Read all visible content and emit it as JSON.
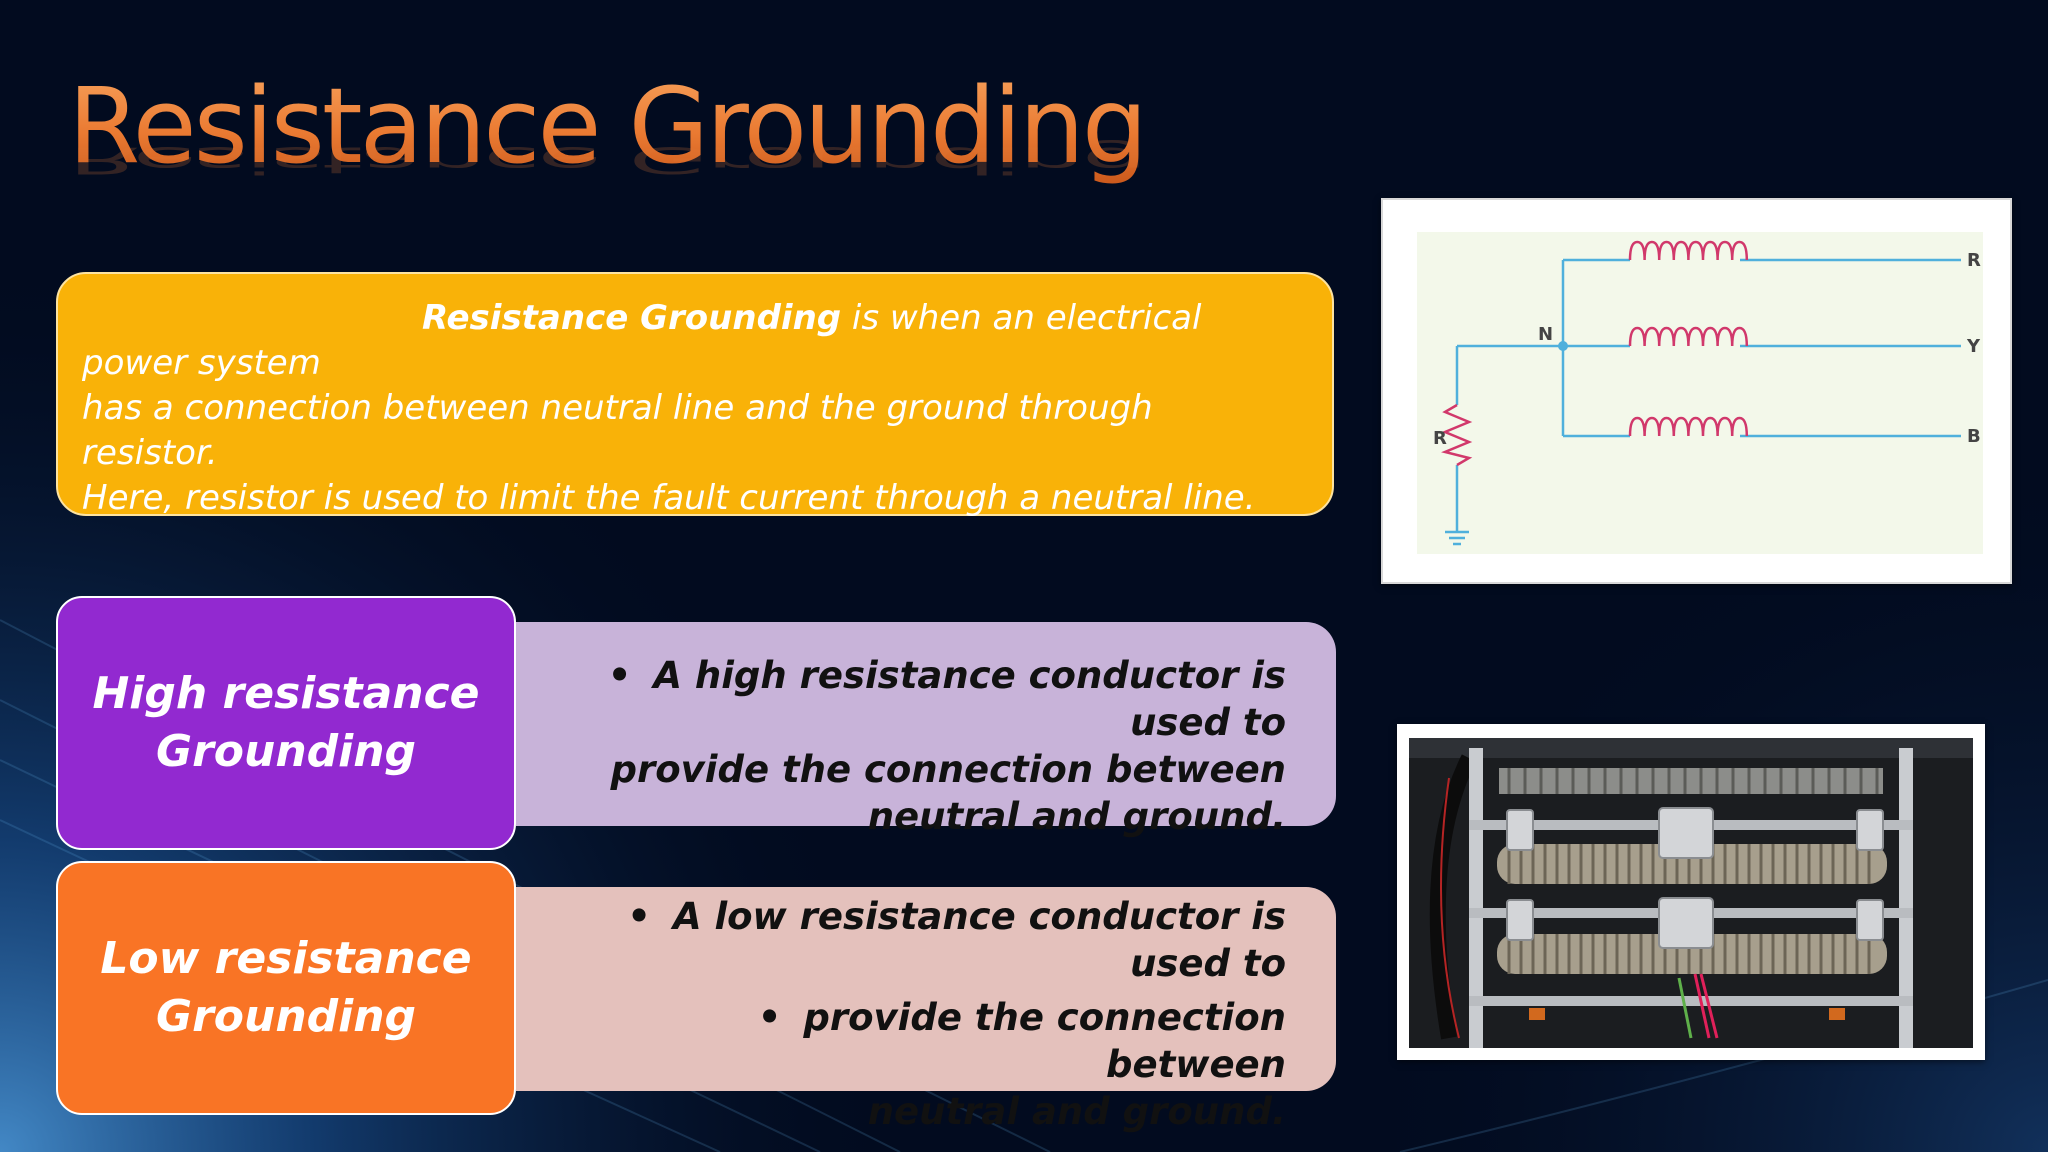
{
  "slide": {
    "title": "Resistance Grounding",
    "definition": {
      "term": "Resistance Grounding",
      "line1_rest": " is when an electrical power system",
      "line2": "has a connection between neutral line and the ground through resistor.",
      "line3": "Here, resistor is used to limit the fault current through a neutral line."
    },
    "high": {
      "label_line1": "High resistance",
      "label_line2": "Grounding",
      "desc_line1": "A high resistance conductor is used to",
      "desc_line2": "provide the connection between",
      "desc_line3": "neutral and ground."
    },
    "low": {
      "label_line1": "Low resistance",
      "label_line2": "Grounding",
      "desc_line1": "A low resistance conductor is used to",
      "desc_line2": "provide the connection between",
      "desc_line3": "neutral and ground."
    },
    "diagram": {
      "resistor_label": "R",
      "neutral_label": "N",
      "phase_labels": [
        "R",
        "Y",
        "B"
      ]
    }
  },
  "colors": {
    "title": "#ea7a32",
    "definition_box": "#f9b208",
    "high_label": "#9229d0",
    "low_label": "#f97425",
    "high_desc": "#c8b3d9",
    "low_desc": "#e4c1bc",
    "wire": "#4fb0dc",
    "coil": "#d1386b"
  }
}
